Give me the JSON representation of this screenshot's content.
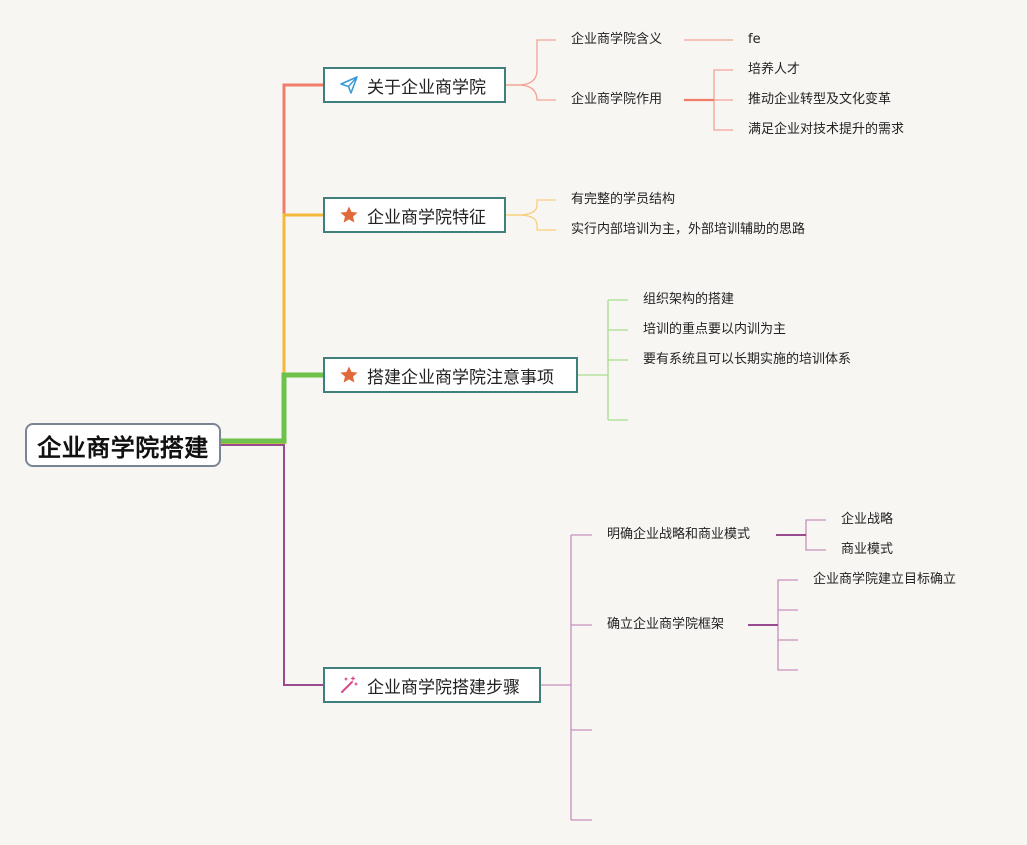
{
  "root": {
    "label": "企业商学院搭建"
  },
  "topics": [
    {
      "label": "关于企业商学院",
      "icon": "paper-plane-icon",
      "color": "#ef7d6a",
      "children": [
        {
          "label": "企业商学院含义",
          "children": [
            {
              "label": "fe"
            }
          ]
        },
        {
          "label": "企业商学院作用",
          "children": [
            {
              "label": "培养人才"
            },
            {
              "label": "推动企业转型及文化变革"
            },
            {
              "label": "满足企业对技术提升的需求"
            }
          ]
        }
      ]
    },
    {
      "label": "企业商学院特征",
      "icon": "star-icon",
      "color": "#f4b93a",
      "children": [
        {
          "label": "有完整的学员结构"
        },
        {
          "label": "实行内部培训为主，外部培训辅助的思路"
        }
      ]
    },
    {
      "label": "搭建企业商学院注意事项",
      "icon": "star-icon",
      "color": "#6cc24a",
      "children": [
        {
          "label": "组织架构的搭建"
        },
        {
          "label": "培训的重点要以内训为主"
        },
        {
          "label": "要有系统且可以长期实施的培训体系"
        },
        {
          "label": ""
        }
      ]
    },
    {
      "label": "企业商学院搭建步骤",
      "icon": "magic-wand-icon",
      "color": "#9a4a8e",
      "children": [
        {
          "label": "明确企业战略和商业模式",
          "children": [
            {
              "label": "企业战略"
            },
            {
              "label": "商业模式"
            }
          ]
        },
        {
          "label": "确立企业商学院框架",
          "children": [
            {
              "label": "企业商学院建立目标确立"
            },
            {
              "label": ""
            },
            {
              "label": ""
            },
            {
              "label": ""
            }
          ]
        },
        {
          "label": ""
        },
        {
          "label": ""
        }
      ]
    }
  ],
  "colors": {
    "star": "#e06a3a",
    "plane": "#3a9ad9",
    "wand": "#d84a8a",
    "border": "#3f7f7c"
  }
}
